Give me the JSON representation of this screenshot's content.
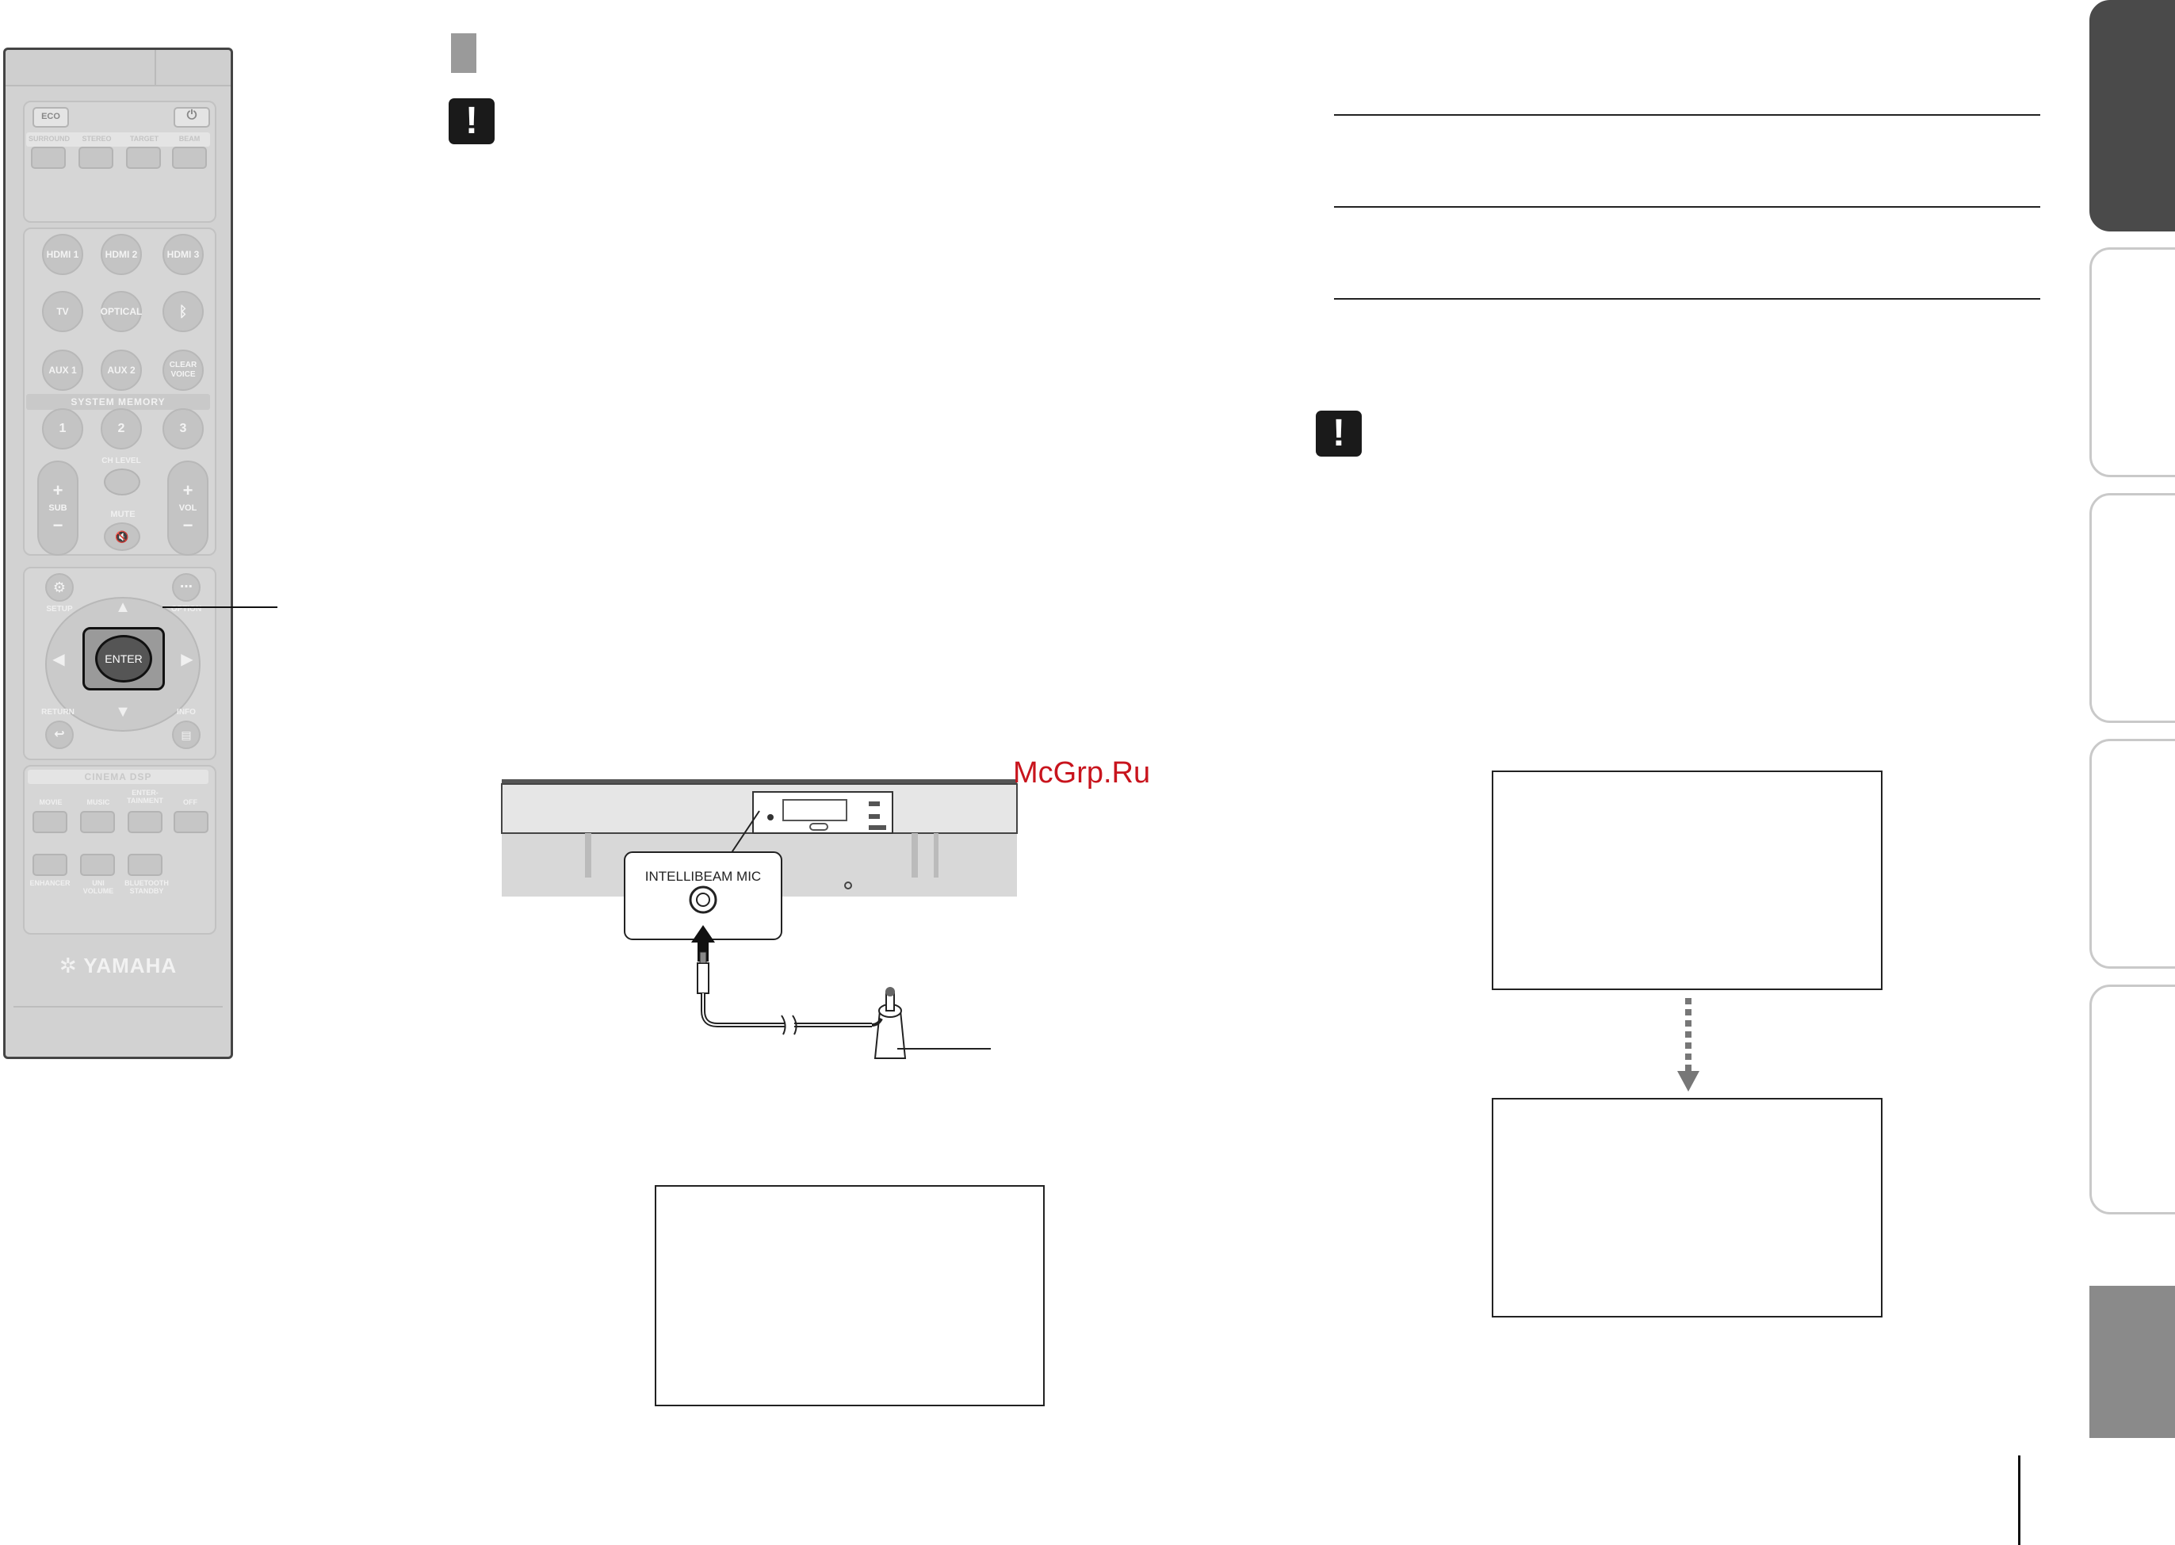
{
  "remote": {
    "eco": "ECO",
    "power_icon": "power-icon",
    "row1": [
      "SURROUND",
      "STEREO",
      "TARGET",
      "BEAM"
    ],
    "inputs": [
      "HDMI 1",
      "HDMI 2",
      "HDMI 3",
      "TV",
      "OPTICAL",
      "AUX 1",
      "AUX 2"
    ],
    "bluetooth_icon": "bluetooth-icon",
    "clear_voice": "CLEAR VOICE",
    "system_memory": "SYSTEM MEMORY",
    "memory": [
      "1",
      "2",
      "3"
    ],
    "ch_level": "CH LEVEL",
    "sub": "SUB",
    "vol": "VOL",
    "mute": "MUTE",
    "setup": "SETUP",
    "option": "OPTION",
    "enter": "ENTER",
    "return": "RETURN",
    "info": "INFO",
    "cinema_dsp": "CINEMA DSP",
    "dsp": [
      "MOVIE",
      "MUSIC",
      "ENTER-TAINMENT",
      "OFF"
    ],
    "bottom": [
      "ENHANCER",
      "UNI VOLUME",
      "BLUETOOTH STANDBY"
    ],
    "brand": "YAMAHA"
  },
  "diagram": {
    "mic_label": "INTELLIBEAM MIC"
  },
  "warning_symbol": "!",
  "watermark": "McGrp.Ru"
}
